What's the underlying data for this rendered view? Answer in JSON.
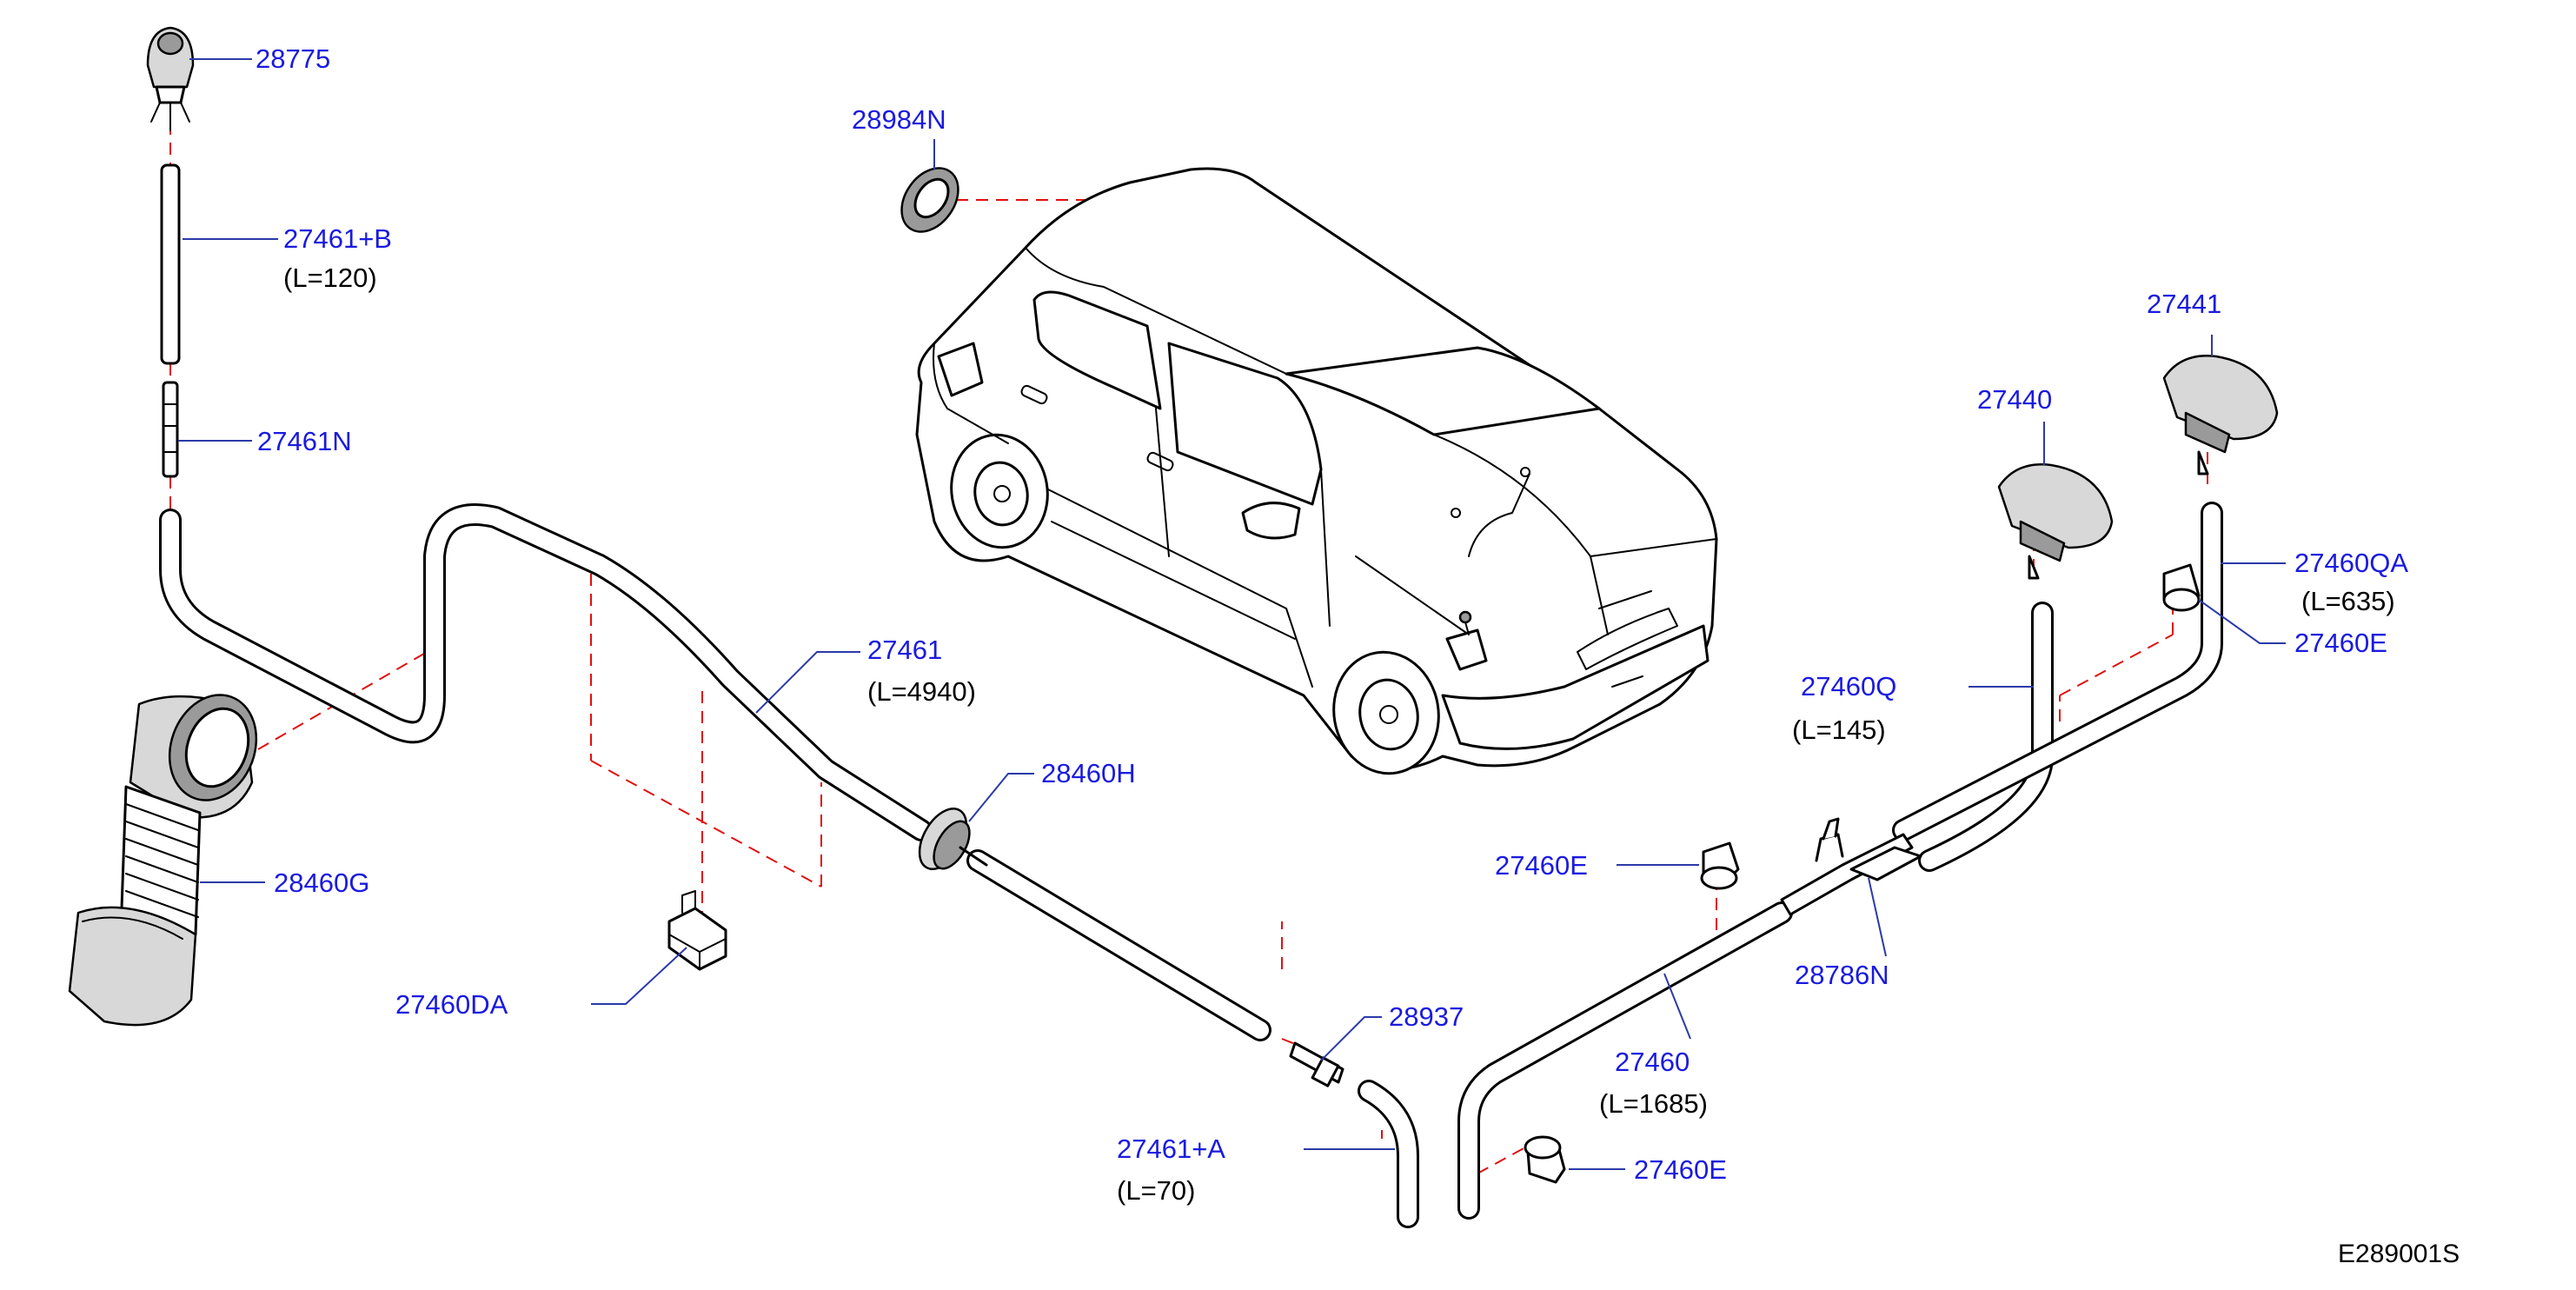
{
  "diagram_code": "E289001S",
  "callouts": {
    "p28775": {
      "number": "28775"
    },
    "p27461B": {
      "number": "27461+B",
      "length": "(L=120)"
    },
    "p27461N": {
      "number": "27461N"
    },
    "p28984N": {
      "number": "28984N"
    },
    "p27461": {
      "number": "27461",
      "length": "(L=4940)"
    },
    "p28460H": {
      "number": "28460H"
    },
    "p28460G": {
      "number": "28460G"
    },
    "p27460DA": {
      "number": "27460DA"
    },
    "p28937": {
      "number": "28937"
    },
    "p27461A": {
      "number": "27461+A",
      "length": "(L=70)"
    },
    "p27441": {
      "number": "27441"
    },
    "p27440": {
      "number": "27440"
    },
    "p27460QA": {
      "number": "27460QA",
      "length": "(L=635)"
    },
    "p27460E_top": {
      "number": "27460E"
    },
    "p27460Q": {
      "number": "27460Q",
      "length": "(L=145)"
    },
    "p27460E_mid": {
      "number": "27460E"
    },
    "p28786N": {
      "number": "28786N"
    },
    "p27460": {
      "number": "27460",
      "length": "(L=1685)"
    },
    "p27460E_bot": {
      "number": "27460E"
    }
  },
  "colors": {
    "callout_text": "#1a1ae0",
    "leader_line": "#2b3aa8",
    "dashed_reference": "#e01010",
    "outline": "#000000"
  }
}
